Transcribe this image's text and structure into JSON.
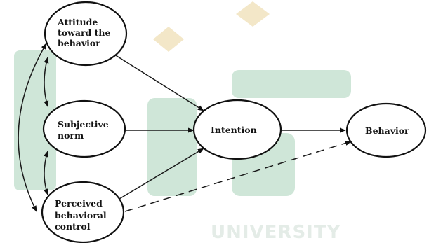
{
  "diagram": {
    "nodes": [
      {
        "id": "attitude",
        "lines": [
          "Attitude",
          "toward the",
          "behavior"
        ]
      },
      {
        "id": "subjective_norm",
        "lines": [
          "Subjective",
          "norm"
        ]
      },
      {
        "id": "perceived_control",
        "lines": [
          "Perceived",
          "behavioral",
          "control"
        ]
      },
      {
        "id": "intention",
        "lines": [
          "Intention"
        ]
      },
      {
        "id": "behavior",
        "lines": [
          "Behavior"
        ]
      }
    ],
    "edges": [
      {
        "from": "attitude",
        "to": "intention",
        "style": "solid",
        "arrow": "end"
      },
      {
        "from": "subjective_norm",
        "to": "intention",
        "style": "solid",
        "arrow": "end"
      },
      {
        "from": "perceived_control",
        "to": "intention",
        "style": "solid",
        "arrow": "end"
      },
      {
        "from": "intention",
        "to": "behavior",
        "style": "solid",
        "arrow": "end"
      },
      {
        "from": "perceived_control",
        "to": "behavior",
        "style": "dashed",
        "arrow": "end"
      },
      {
        "from": "attitude",
        "to": "subjective_norm",
        "style": "solid",
        "arrow": "both"
      },
      {
        "from": "subjective_norm",
        "to": "perceived_control",
        "style": "solid",
        "arrow": "both"
      },
      {
        "from": "attitude",
        "to": "perceived_control",
        "style": "solid",
        "arrow": "both"
      }
    ],
    "colors": {
      "stroke": "#111111",
      "watermark_green": "#cfe6d8",
      "watermark_gold": "#f3e7c8"
    }
  },
  "watermark": {
    "text": "UNIVERSITY"
  }
}
